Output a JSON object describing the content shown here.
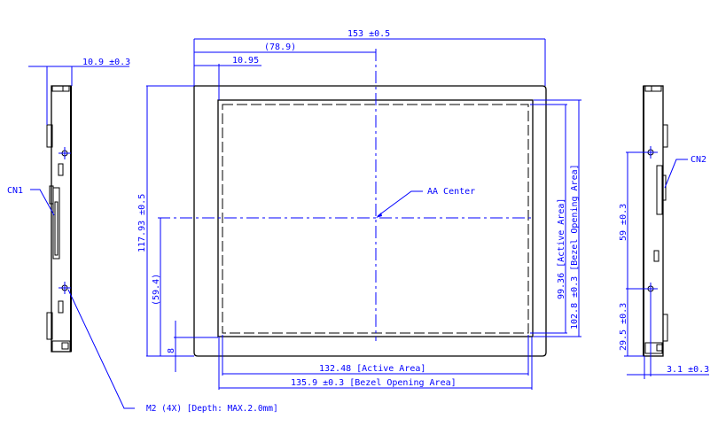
{
  "drawing": {
    "title": "LCD module outline drawing",
    "colors": {
      "outline": "#000000",
      "dimension": "#0000ff",
      "background": "#ffffff"
    },
    "front_view": {
      "overall_width": "153 ±0.5",
      "center_offset_width": "(78.9)",
      "bezel_left_offset": "10.95",
      "overall_height": "117.93 ±0.5",
      "center_offset_height": "(59.4)",
      "bezel_bottom_offset": "8",
      "active_area_width": "132.48 [Active Area]",
      "bezel_opening_width": "135.9 ±0.3 [Bezel Opening Area]",
      "active_area_height": "99.36 [Active Area]",
      "bezel_opening_height": "102.8 ±0.3 [Bezel Opening Area]",
      "aa_center_label": "AA Center"
    },
    "left_view": {
      "thickness": "10.9 ±0.3",
      "connector_label": "CN1",
      "mount_hole_note": "M2 (4X) [Depth: MAX.2.0mm]"
    },
    "right_view": {
      "connector_label": "CN2",
      "hole_spacing": "59 ±0.3",
      "hole_bottom_offset": "29.5 ±0.3",
      "hole_depth_offset": "3.1 ±0.3"
    }
  }
}
